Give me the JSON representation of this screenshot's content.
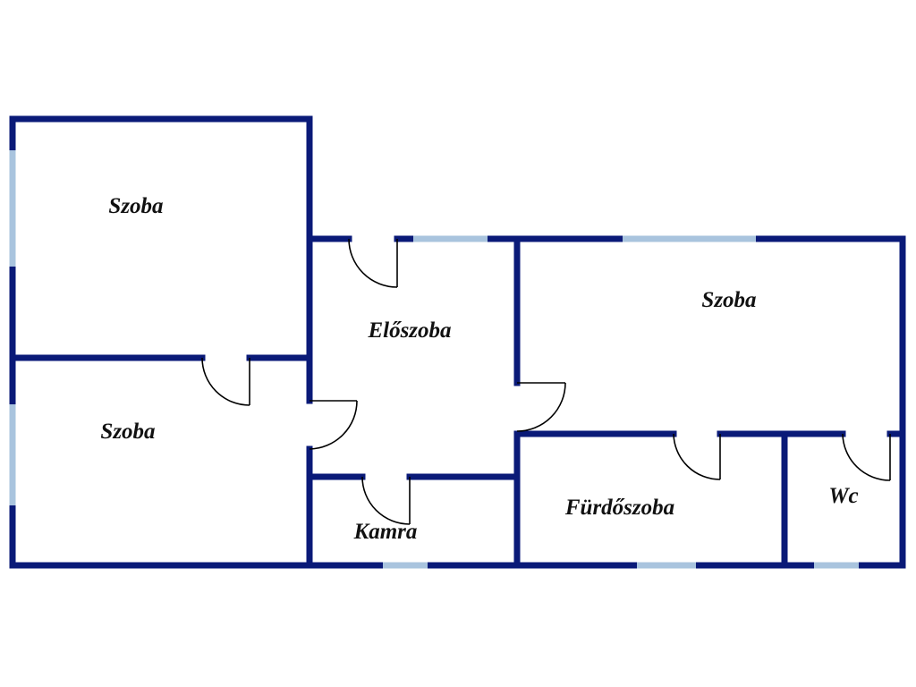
{
  "floor_plan": {
    "rooms": [
      {
        "id": "szoba-top-left",
        "label": "Szoba"
      },
      {
        "id": "szoba-bottom-left",
        "label": "Szoba"
      },
      {
        "id": "eloszoba",
        "label": "Előszoba"
      },
      {
        "id": "kamra",
        "label": "Kamra"
      },
      {
        "id": "szoba-right",
        "label": "Szoba"
      },
      {
        "id": "furdoszoba",
        "label": "Fürdőszoba"
      },
      {
        "id": "wc",
        "label": "Wc"
      }
    ],
    "colors": {
      "wall": "#0a1a78",
      "window": "#a9c4de",
      "door": "#000000",
      "background": "#ffffff"
    }
  }
}
